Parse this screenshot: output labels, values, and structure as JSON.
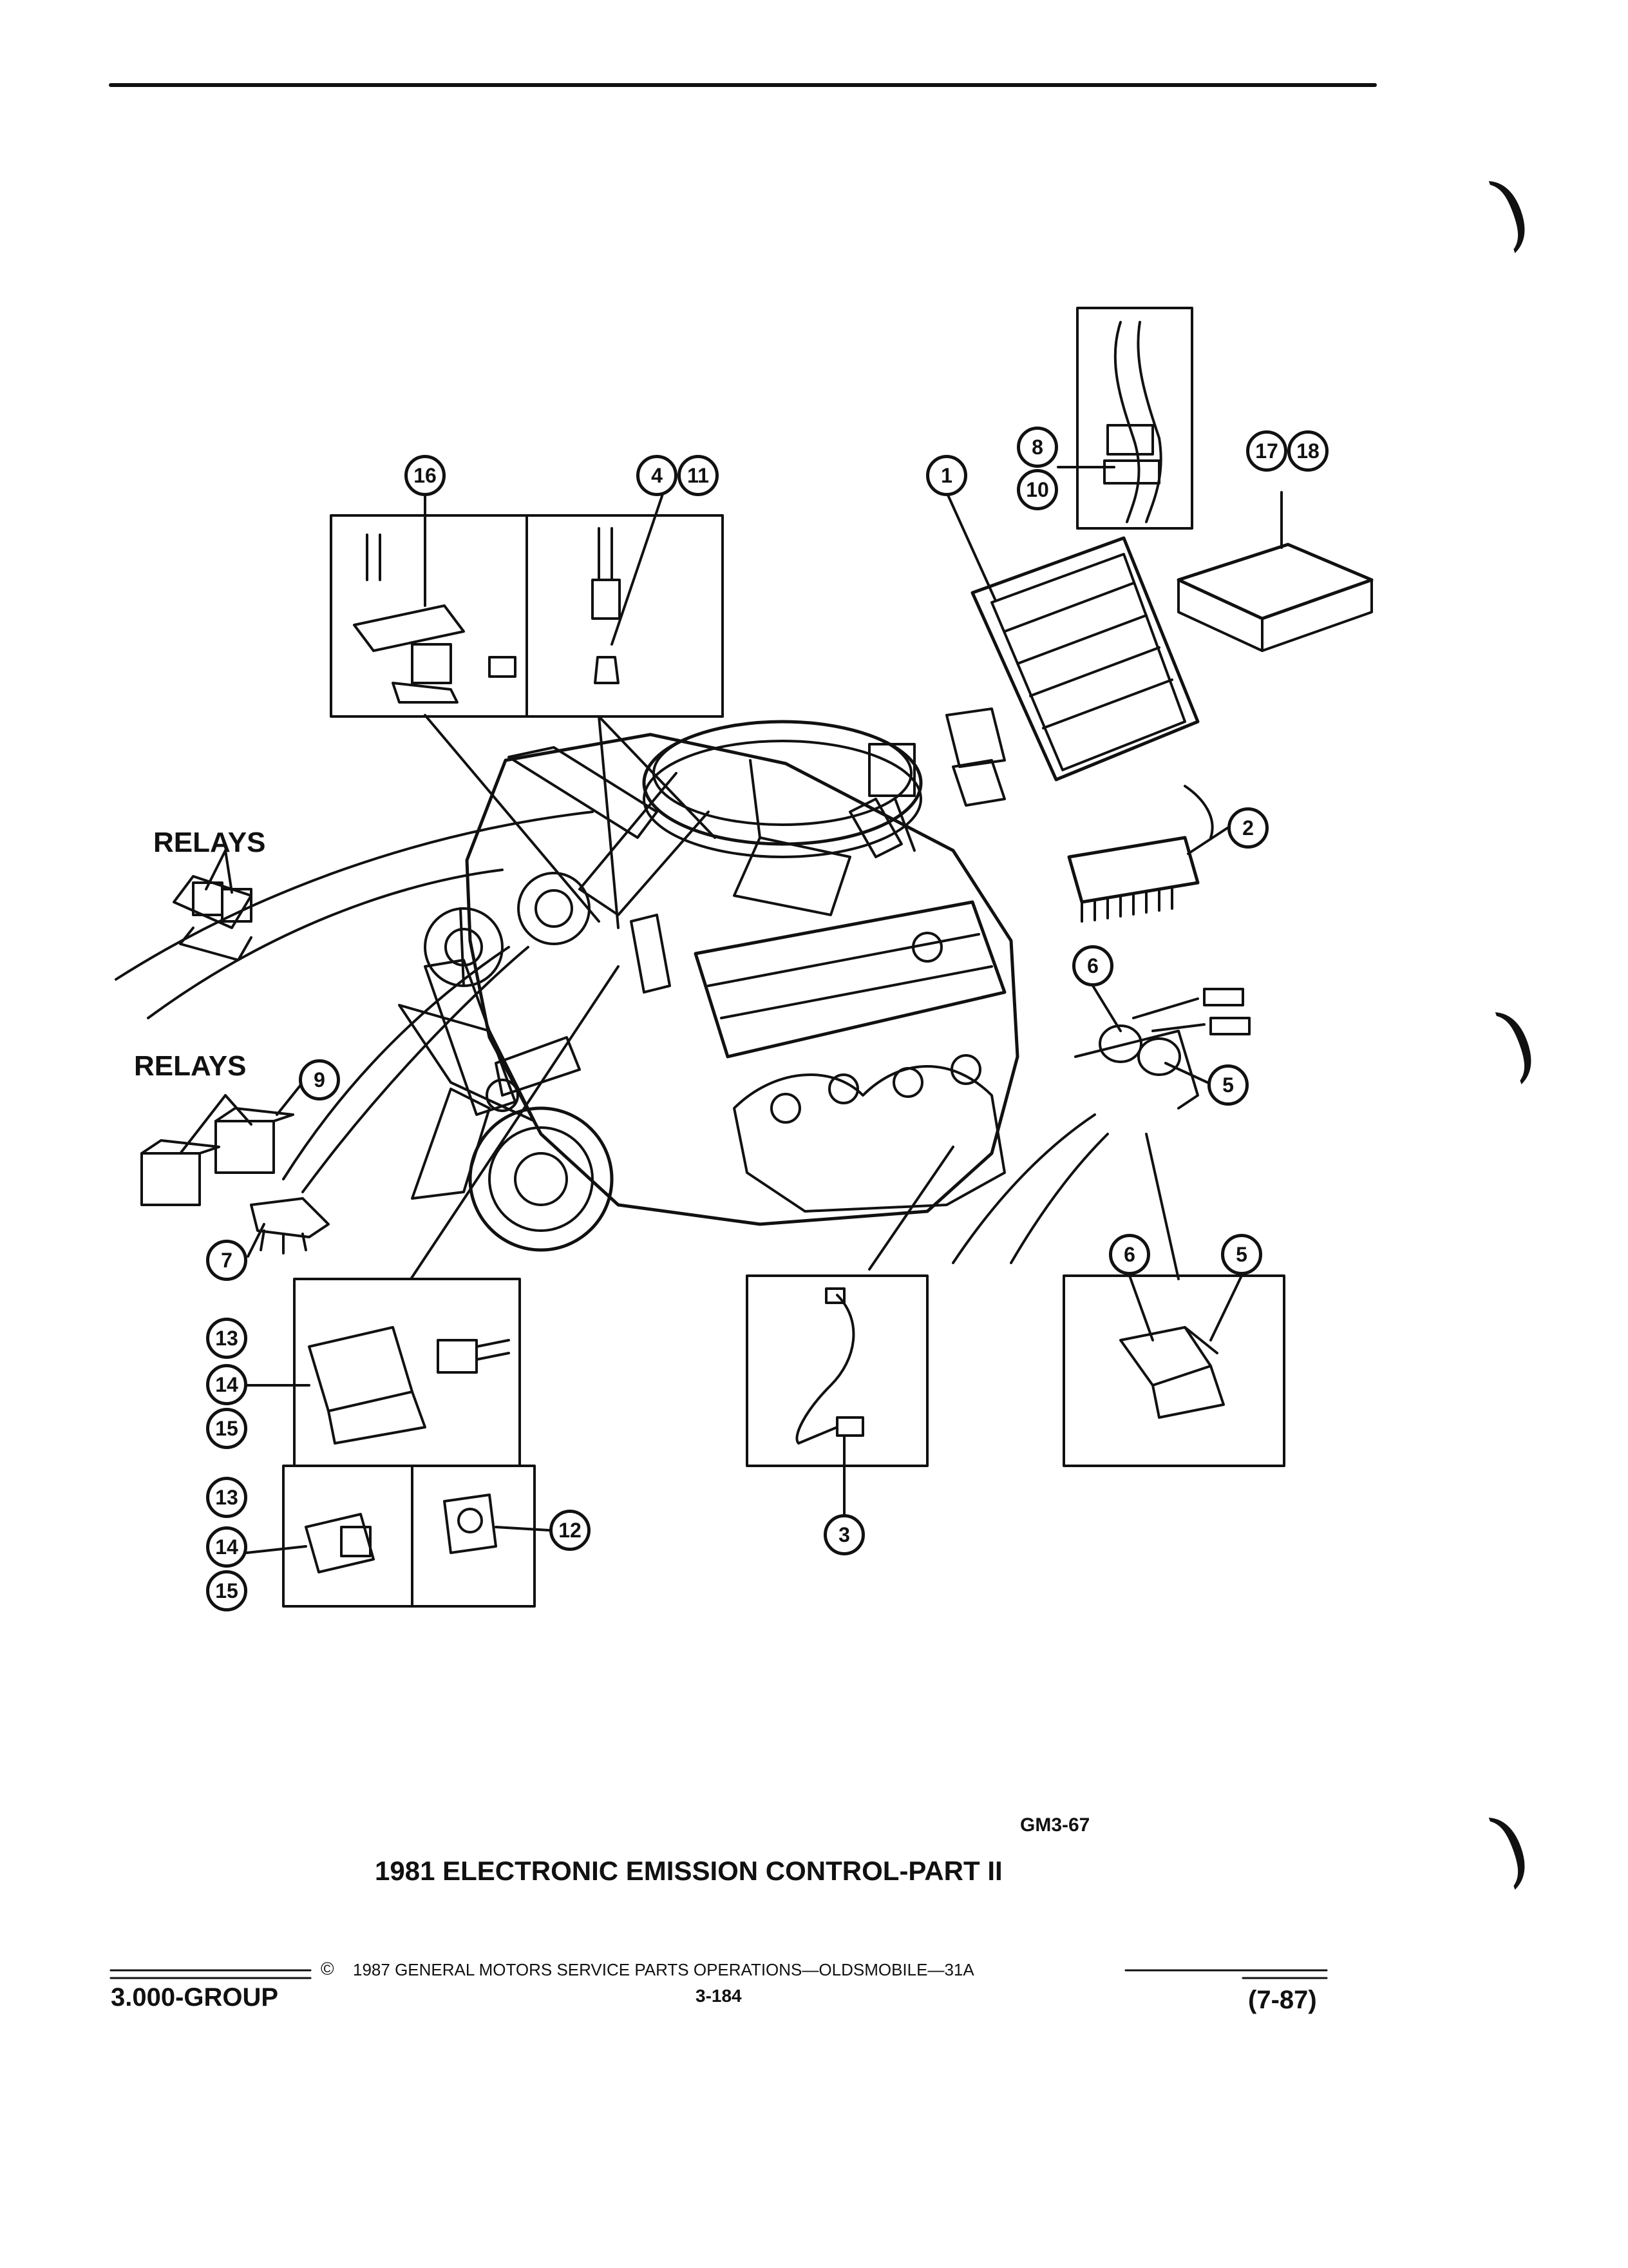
{
  "labels": {
    "relays_upper": "RELAYS",
    "relays_lower": "RELAYS",
    "figure_code": "GM3-67",
    "caption": "1981 ELECTRONIC EMISSION CONTROL-PART II"
  },
  "callouts": [
    {
      "id": "c16",
      "text": "16"
    },
    {
      "id": "c4",
      "text": "4"
    },
    {
      "id": "c11",
      "text": "11"
    },
    {
      "id": "c1",
      "text": "1"
    },
    {
      "id": "c8",
      "text": "8"
    },
    {
      "id": "c10",
      "text": "10"
    },
    {
      "id": "c17",
      "text": "17"
    },
    {
      "id": "c18",
      "text": "18"
    },
    {
      "id": "c2",
      "text": "2"
    },
    {
      "id": "c6a",
      "text": "6"
    },
    {
      "id": "c5a",
      "text": "5"
    },
    {
      "id": "c9",
      "text": "9"
    },
    {
      "id": "c7",
      "text": "7"
    },
    {
      "id": "c13a",
      "text": "13"
    },
    {
      "id": "c14a",
      "text": "14"
    },
    {
      "id": "c15a",
      "text": "15"
    },
    {
      "id": "c13b",
      "text": "13"
    },
    {
      "id": "c14b",
      "text": "14"
    },
    {
      "id": "c15b",
      "text": "15"
    },
    {
      "id": "c12",
      "text": "12"
    },
    {
      "id": "c3",
      "text": "3"
    },
    {
      "id": "c6b",
      "text": "6"
    },
    {
      "id": "c5b",
      "text": "5"
    }
  ],
  "footer": {
    "copyright_symbol": "©",
    "copyright": "1987 GENERAL MOTORS SERVICE PARTS OPERATIONS—OLDSMOBILE—31A",
    "group": "3.000-GROUP",
    "page_number": "3-184",
    "revision": "(7-87)"
  }
}
